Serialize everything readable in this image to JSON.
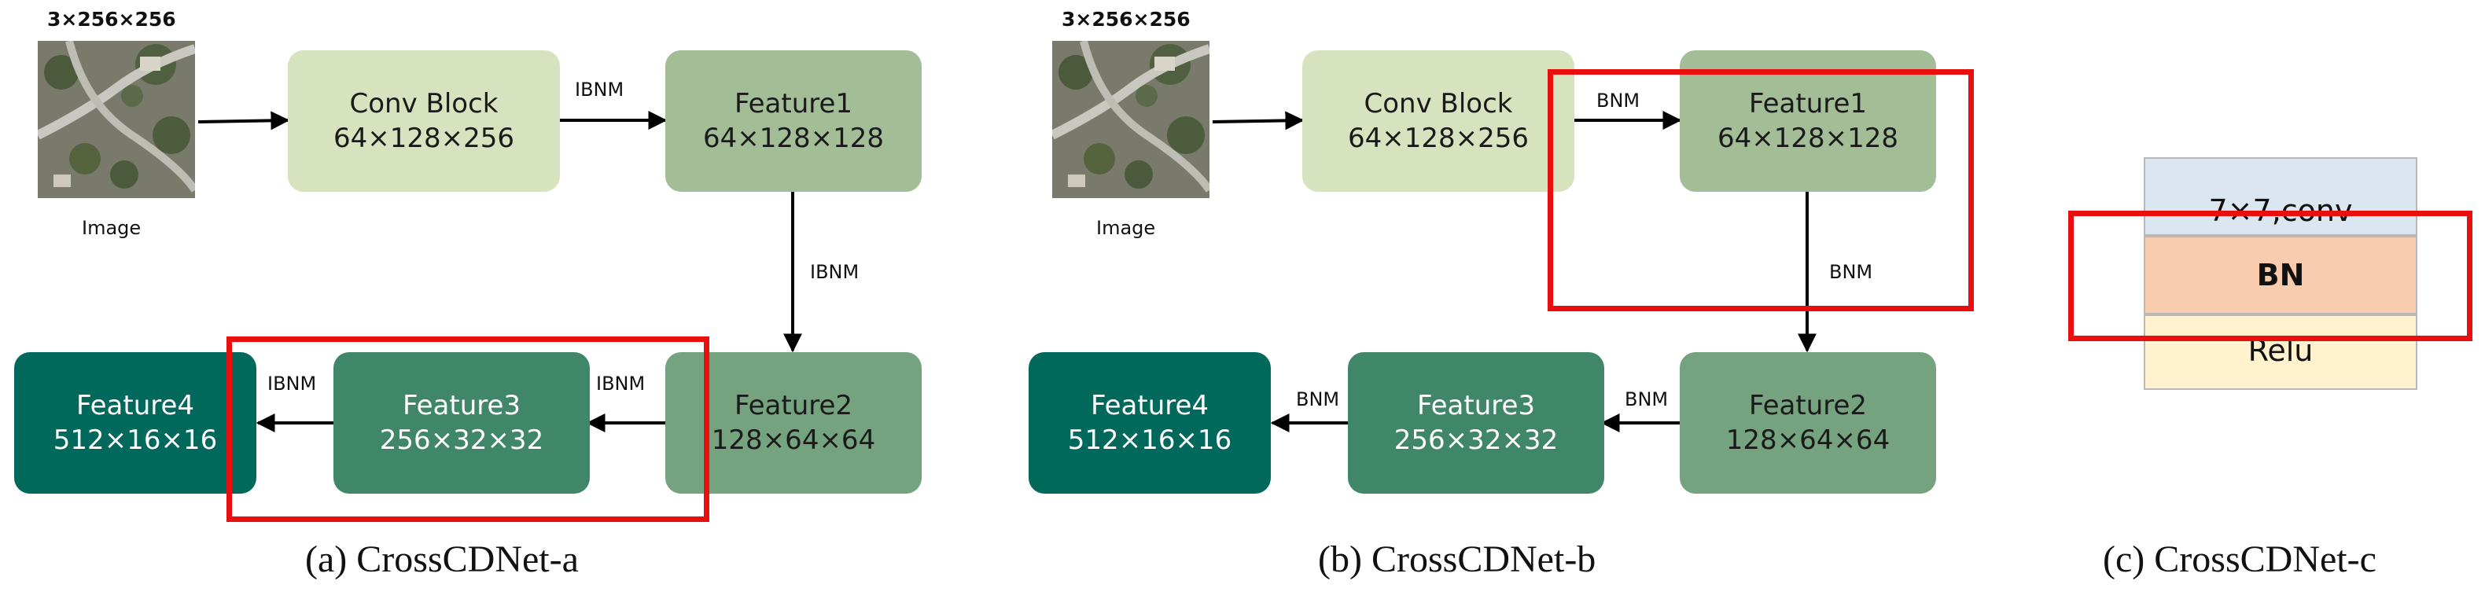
{
  "panel_a": {
    "input_dims": "3×256×256",
    "image_label": "Image",
    "conv_block": {
      "title": "Conv Block",
      "dims": "64×128×256"
    },
    "feature1": {
      "title": "Feature1",
      "dims": "64×128×128"
    },
    "feature2": {
      "title": "Feature2",
      "dims": "128×64×64"
    },
    "feature3": {
      "title": "Feature3",
      "dims": "256×32×32"
    },
    "feature4": {
      "title": "Feature4",
      "dims": "512×16×16"
    },
    "edge_label": "IBNM",
    "caption": "(a) CrossCDNet-a"
  },
  "panel_b": {
    "input_dims": "3×256×256",
    "image_label": "Image",
    "conv_block": {
      "title": "Conv Block",
      "dims": "64×128×256"
    },
    "feature1": {
      "title": "Feature1",
      "dims": "64×128×128"
    },
    "feature2": {
      "title": "Feature2",
      "dims": "128×64×64"
    },
    "feature3": {
      "title": "Feature3",
      "dims": "256×32×32"
    },
    "feature4": {
      "title": "Feature4",
      "dims": "512×16×16"
    },
    "edge_label": "BNM",
    "caption": "(b) CrossCDNet-b"
  },
  "panel_c": {
    "layers": [
      "7×7,conv",
      "BN",
      "Relu"
    ],
    "caption": "(c) CrossCDNet-c"
  },
  "colors": {
    "conv_block": "#d7e2be",
    "feature1": "#a3bd97",
    "feature2": "#75a37f",
    "feature3": "#40876a",
    "feature4": "#00695c",
    "highlight": "#ea0f0f",
    "layer_conv": "#dce6f1",
    "layer_bn": "#f8cbad",
    "layer_relu": "#fff2cc"
  }
}
